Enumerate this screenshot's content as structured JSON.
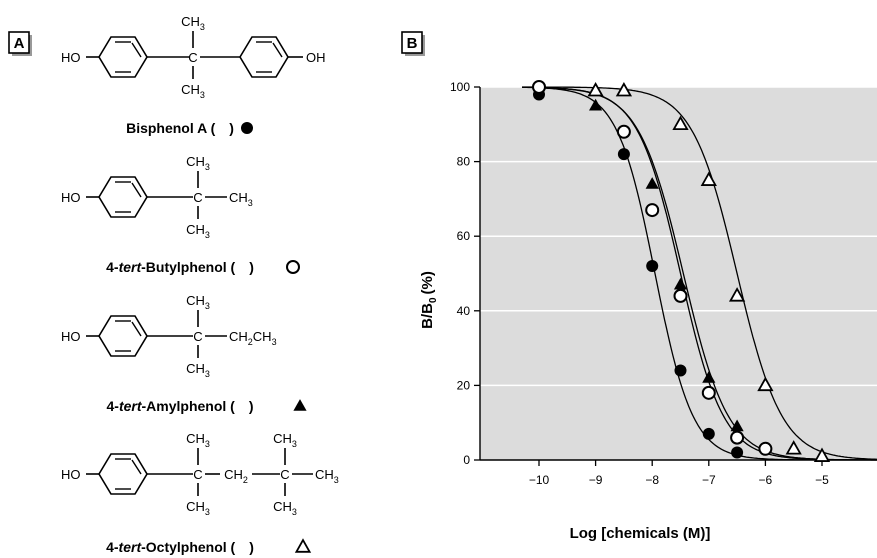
{
  "panel_a": {
    "label": "A",
    "compounds": [
      {
        "name_prefix": "",
        "name_italic": "",
        "name_suffix": "Bisphenol A (",
        "marker": "filled-circle",
        "sub": {
          "ho": "HO",
          "oh": "OH",
          "c": "C",
          "ch3_top": "CH",
          "ch3_bottom": "CH",
          "three": "3"
        }
      },
      {
        "name_prefix": "4-",
        "name_italic": "tert",
        "name_suffix": "-Butylphenol (",
        "marker": "open-circle",
        "sub": {
          "ho": "HO",
          "c": "C",
          "ch": "CH",
          "three": "3"
        }
      },
      {
        "name_prefix": "4-",
        "name_italic": "tert",
        "name_suffix": "-Amylphenol (",
        "marker": "filled-triangle",
        "sub": {
          "ho": "HO",
          "c": "C",
          "ch": "CH",
          "two": "2",
          "three": "3"
        }
      },
      {
        "name_prefix": "4-",
        "name_italic": "tert",
        "name_suffix": "-Octylphenol (",
        "marker": "open-triangle",
        "sub": {
          "ho": "HO",
          "c": "C",
          "ch": "CH",
          "two": "2",
          "three": "3"
        }
      }
    ],
    "close_paren": ")"
  },
  "panel_b": {
    "label": "B"
  },
  "chart_data": {
    "type": "scatter",
    "xlabel": "Log [chemicals (M)]",
    "ylabel_main": "B/B",
    "ylabel_sub": "0",
    "ylabel_unit": "(%)",
    "xlim": [
      -11,
      -4
    ],
    "ylim": [
      0,
      100
    ],
    "x_ticks": [
      -10,
      -9,
      -8,
      -7,
      -6,
      -5
    ],
    "y_ticks": [
      0,
      20,
      40,
      60,
      80,
      100
    ],
    "grid": "horizontal",
    "plot_bg": "#dcdcdc",
    "series": [
      {
        "marker": "filled-circle",
        "ic50_log": -7.95,
        "hill": 1.3,
        "points": [
          [
            -10,
            98
          ],
          [
            -8.5,
            82
          ],
          [
            -8,
            52
          ],
          [
            -7.5,
            24
          ],
          [
            -7,
            7
          ],
          [
            -6.5,
            2
          ]
        ]
      },
      {
        "marker": "open-circle",
        "ic50_log": -7.5,
        "hill": 1.15,
        "points": [
          [
            -10,
            100
          ],
          [
            -8.5,
            88
          ],
          [
            -8,
            67
          ],
          [
            -7.5,
            44
          ],
          [
            -7,
            18
          ],
          [
            -6.5,
            6
          ],
          [
            -6,
            3
          ]
        ]
      },
      {
        "marker": "filled-triangle",
        "ic50_log": -7.45,
        "hill": 1.1,
        "points": [
          [
            -9,
            95
          ],
          [
            -8,
            74
          ],
          [
            -7.5,
            47
          ],
          [
            -7,
            22
          ],
          [
            -6.5,
            9
          ]
        ]
      },
      {
        "marker": "open-triangle",
        "ic50_log": -6.5,
        "hill": 1.1,
        "points": [
          [
            -9,
            99
          ],
          [
            -8.5,
            99
          ],
          [
            -7.5,
            90
          ],
          [
            -7,
            75
          ],
          [
            -6.5,
            44
          ],
          [
            -6,
            20
          ],
          [
            -5.5,
            3
          ],
          [
            -5,
            1
          ]
        ]
      }
    ]
  }
}
